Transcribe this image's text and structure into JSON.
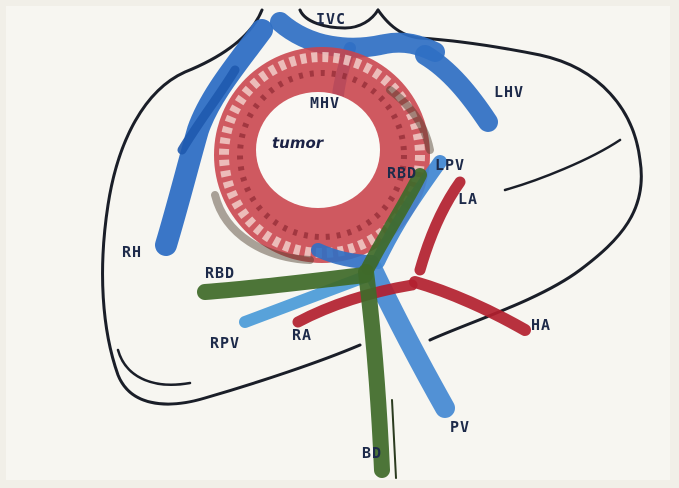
{
  "diagram": {
    "labels": {
      "ivc": "IVC",
      "mhv": "MHV",
      "lhv": "LHV",
      "tumor": "tumor",
      "rh": "RH",
      "rbd_top": "RBD",
      "lpv": "LPV",
      "la": "LA",
      "rbd": "RBD",
      "rpv": "RPV",
      "ra": "RA",
      "ha": "HA",
      "pv": "PV",
      "bd": "BD"
    },
    "colors": {
      "outline": "#1a1e28",
      "hepatic_vein_blue": "#2f6fc4",
      "portal_vein_blue": "#3f86d2",
      "bile_duct_green": "#3f6b2a",
      "artery_red": "#b2202f",
      "tumor_red": "#c9434b",
      "tumor_core": "#faf9f5",
      "paper": "#f7f6f1"
    }
  }
}
